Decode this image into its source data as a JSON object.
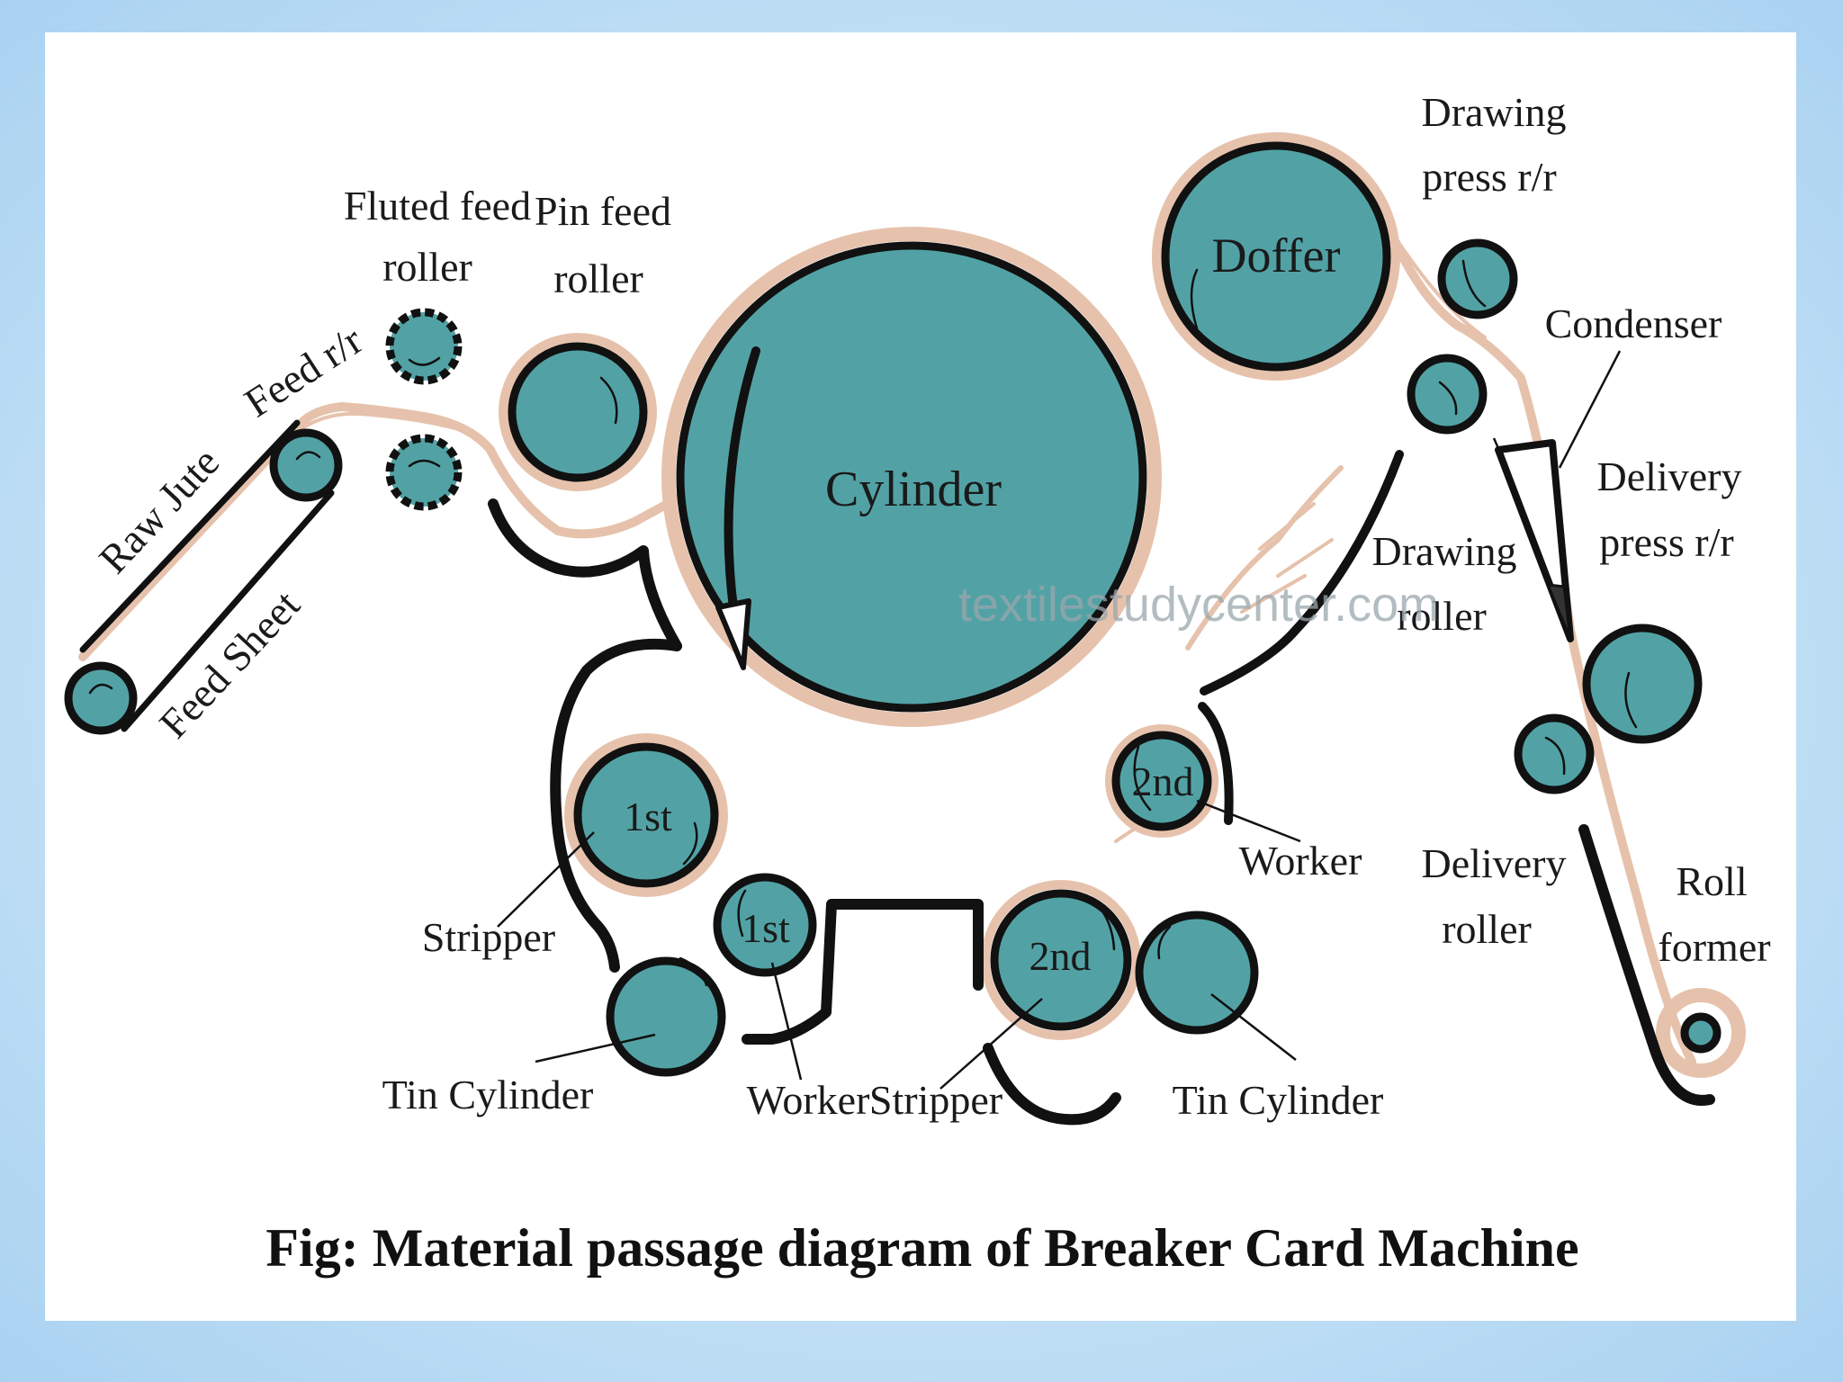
{
  "diagram": {
    "caption": "Fig: Material passage diagram of Breaker Card Machine",
    "watermark": "textilestudycenter.com",
    "colors": {
      "roller_fill": "#52a2a5",
      "outline": "#111111",
      "jute_fiber": "#e6c2ac",
      "panel": "#ffffff",
      "background": "#bcdcf4"
    },
    "labels": {
      "raw_jute": "Raw Jute",
      "feed_rr": "Feed r/r",
      "feed_sheet": "Feed Sheet",
      "fluted_feed_1": "Fluted feed",
      "fluted_feed_2": "roller",
      "pin_feed_1": "Pin feed",
      "pin_feed_2": "roller",
      "cylinder": "Cylinder",
      "doffer": "Doffer",
      "drawing_press_1": "Drawing",
      "drawing_press_2": "press r/r",
      "condenser": "Condenser",
      "delivery_press_1": "Delivery",
      "delivery_press_2": "press r/r",
      "drawing_roller_1": "Drawing",
      "drawing_roller_2": "roller",
      "delivery_roller_1": "Delivery",
      "delivery_roller_2": "roller",
      "roll_former_1": "Roll",
      "roll_former_2": "former",
      "first_stripper_num": "1st",
      "first_worker_num": "1st",
      "second_stripper_num": "2nd",
      "second_worker_num": "2nd",
      "stripper_left": "Stripper",
      "tin_cylinder_left": "Tin Cylinder",
      "worker_bottom": "Worker",
      "stripper_bottom": "Stripper",
      "worker_right": "Worker",
      "tin_cylinder_right": "Tin Cylinder"
    }
  }
}
